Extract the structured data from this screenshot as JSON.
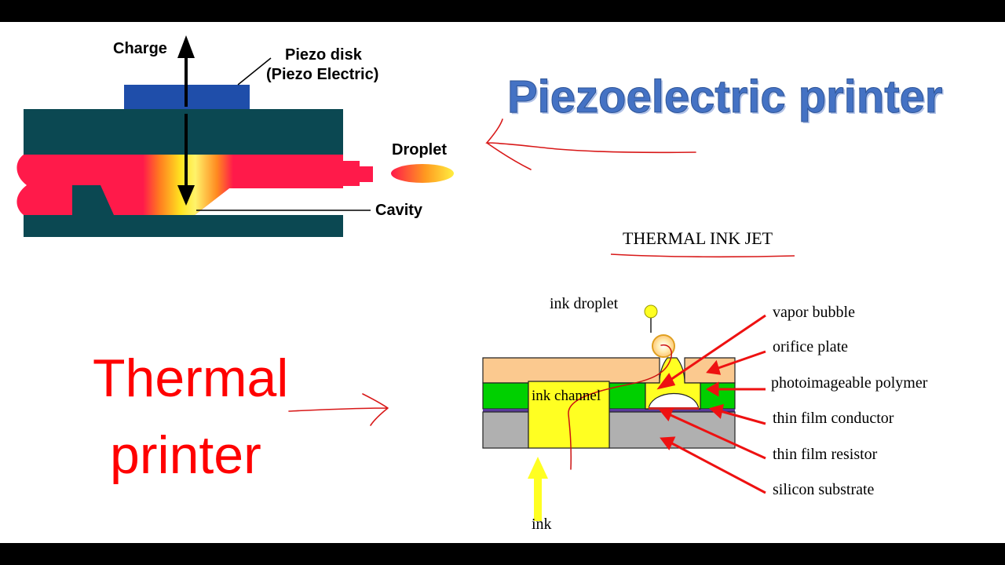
{
  "piezo": {
    "heading": "Piezoelectric printer",
    "labels": {
      "charge": "Charge",
      "piezo_disk_1": "Piezo disk",
      "piezo_disk_2": "(Piezo Electric)",
      "droplet": "Droplet",
      "cavity": "Cavity"
    },
    "colors": {
      "body": "#0b4852",
      "disk": "#1f4eaa",
      "ink": "#ff1a4a",
      "heading": "#4472c4"
    }
  },
  "thermal": {
    "heading_line1": "Thermal",
    "heading_line2": "printer",
    "diagram_title": "THERMAL INK JET",
    "labels": {
      "ink_droplet": "ink droplet",
      "ink_channel": "ink channel",
      "ink": "ink",
      "vapor_bubble": "vapor bubble",
      "orifice_plate": "orifice plate",
      "photoimageable_polymer": "photoimageable polymer",
      "thin_film_conductor": "thin film conductor",
      "thin_film_resistor": "thin film resistor",
      "silicon_substrate": "silicon substrate"
    },
    "colors": {
      "orifice": "#fbc98f",
      "polymer": "#00d000",
      "substrate": "#b0b0b0",
      "ink": "#ffff22",
      "annotation": "#ee1111"
    }
  }
}
